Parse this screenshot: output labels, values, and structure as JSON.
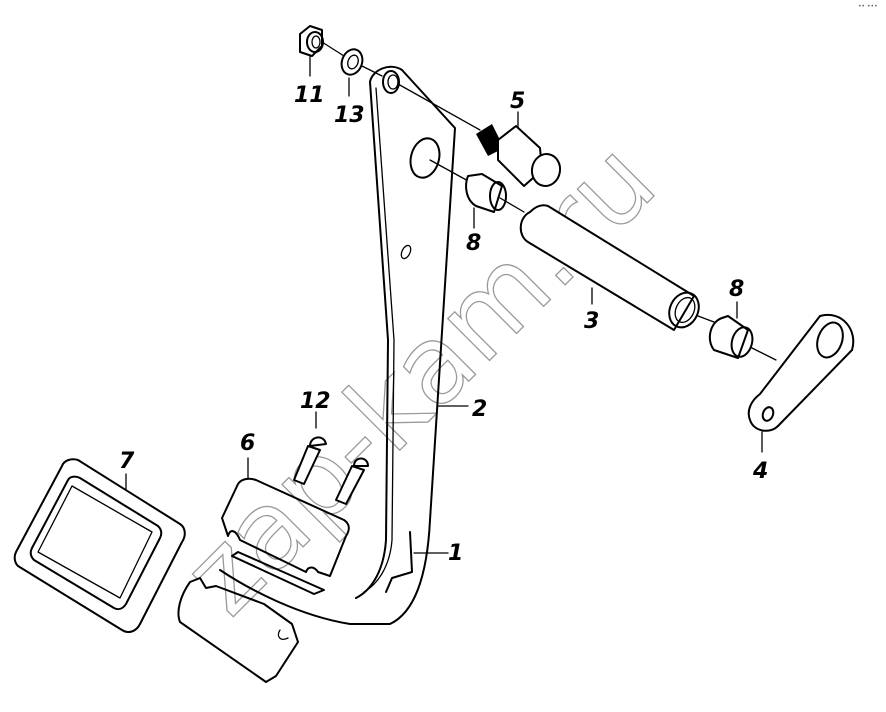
{
  "diagram": {
    "type": "exploded parts diagram",
    "subject": "pedal assembly",
    "watermark": "zap-kam.ru",
    "corner_mark": "•• •••",
    "colors": {
      "line": "#000000",
      "watermark": "#9a9a9a",
      "background": "#ffffff"
    },
    "callouts": [
      {
        "id": "1",
        "label": "1",
        "part": "pedal-lower-bracket"
      },
      {
        "id": "2",
        "label": "2",
        "part": "pedal-lever"
      },
      {
        "id": "3",
        "label": "3",
        "part": "pivot-tube"
      },
      {
        "id": "4",
        "label": "4",
        "part": "lever-plate"
      },
      {
        "id": "5",
        "label": "5",
        "part": "bolt"
      },
      {
        "id": "6",
        "label": "6",
        "part": "pedal-pad-plate"
      },
      {
        "id": "7",
        "label": "7",
        "part": "pedal-pad-rubber"
      },
      {
        "id": "8a",
        "label": "8",
        "part": "bushing"
      },
      {
        "id": "8b",
        "label": "8",
        "part": "bushing"
      },
      {
        "id": "11",
        "label": "11",
        "part": "nut"
      },
      {
        "id": "12",
        "label": "12",
        "part": "rivet"
      },
      {
        "id": "13",
        "label": "13",
        "part": "washer"
      }
    ]
  }
}
